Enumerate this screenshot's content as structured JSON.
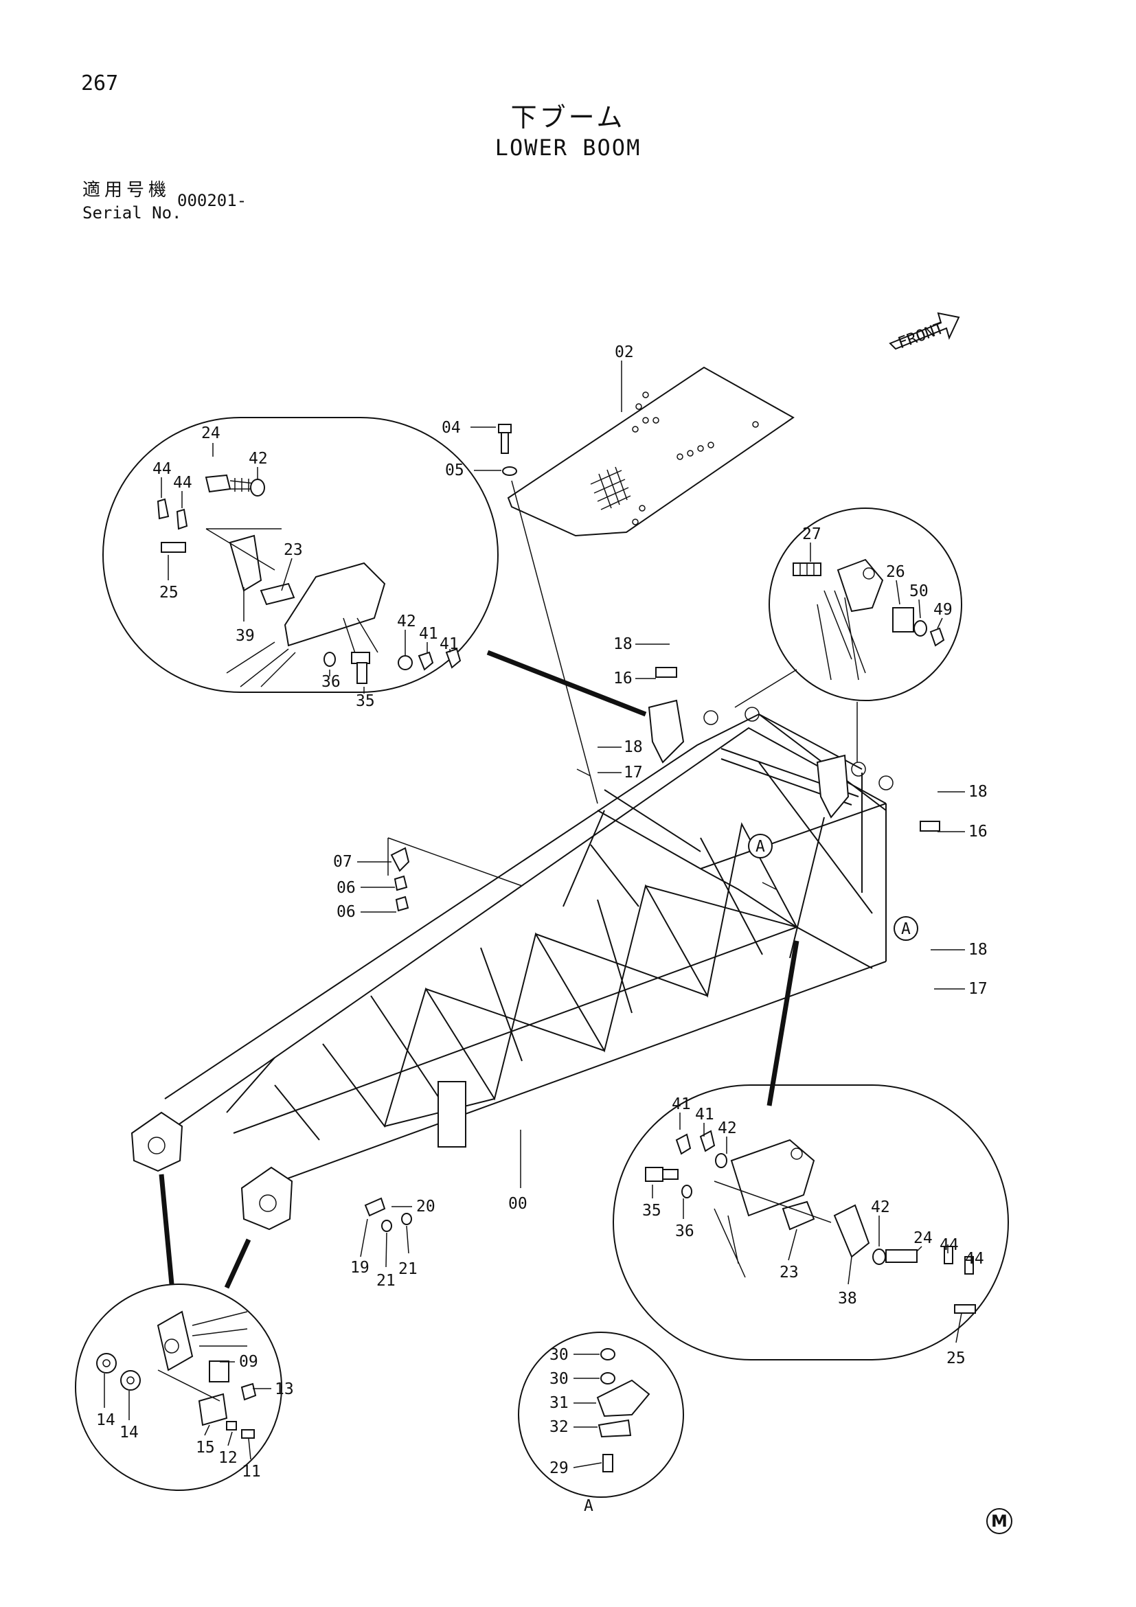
{
  "page": {
    "number": "267",
    "title_jp": "下ブーム",
    "title_en": "LOWER BOOM",
    "serial_label_jp": "適用号機",
    "serial_label_en": "Serial No.",
    "serial_value": "000201-",
    "mark": "M"
  },
  "diagram": {
    "front_label": "FRONT",
    "section_marker": "A",
    "callouts": [
      {
        "id": "c02",
        "label": "02"
      },
      {
        "id": "c04",
        "label": "04"
      },
      {
        "id": "c05",
        "label": "05"
      },
      {
        "id": "c24a",
        "label": "24"
      },
      {
        "id": "c42a",
        "label": "42"
      },
      {
        "id": "c44a",
        "label": "44"
      },
      {
        "id": "c44b",
        "label": "44"
      },
      {
        "id": "c23a",
        "label": "23"
      },
      {
        "id": "c25a",
        "label": "25"
      },
      {
        "id": "c39",
        "label": "39"
      },
      {
        "id": "c42b",
        "label": "42"
      },
      {
        "id": "c41a",
        "label": "41"
      },
      {
        "id": "c41b",
        "label": "41"
      },
      {
        "id": "c36a",
        "label": "36"
      },
      {
        "id": "c35a",
        "label": "35"
      },
      {
        "id": "c27",
        "label": "27"
      },
      {
        "id": "c26",
        "label": "26"
      },
      {
        "id": "c50",
        "label": "50"
      },
      {
        "id": "c49",
        "label": "49"
      },
      {
        "id": "c18a",
        "label": "18"
      },
      {
        "id": "c16a",
        "label": "16"
      },
      {
        "id": "c18b",
        "label": "18"
      },
      {
        "id": "c17a",
        "label": "17"
      },
      {
        "id": "c18c",
        "label": "18"
      },
      {
        "id": "c16b",
        "label": "16"
      },
      {
        "id": "c07",
        "label": "07"
      },
      {
        "id": "c06a",
        "label": "06"
      },
      {
        "id": "c06b",
        "label": "06"
      },
      {
        "id": "cA1",
        "label": "A"
      },
      {
        "id": "cA2",
        "label": "A"
      },
      {
        "id": "c18d",
        "label": "18"
      },
      {
        "id": "c17b",
        "label": "17"
      },
      {
        "id": "c41c",
        "label": "41"
      },
      {
        "id": "c41d",
        "label": "41"
      },
      {
        "id": "c42c",
        "label": "42"
      },
      {
        "id": "c35b",
        "label": "35"
      },
      {
        "id": "c36b",
        "label": "36"
      },
      {
        "id": "c42d",
        "label": "42"
      },
      {
        "id": "c24b",
        "label": "24"
      },
      {
        "id": "c44c",
        "label": "44"
      },
      {
        "id": "c44d",
        "label": "44"
      },
      {
        "id": "c23b",
        "label": "23"
      },
      {
        "id": "c38",
        "label": "38"
      },
      {
        "id": "c25b",
        "label": "25"
      },
      {
        "id": "c20",
        "label": "20"
      },
      {
        "id": "c19",
        "label": "19"
      },
      {
        "id": "c21a",
        "label": "21"
      },
      {
        "id": "c21b",
        "label": "21"
      },
      {
        "id": "c00",
        "label": "00"
      },
      {
        "id": "c09",
        "label": "09"
      },
      {
        "id": "c13",
        "label": "13"
      },
      {
        "id": "c14a",
        "label": "14"
      },
      {
        "id": "c14b",
        "label": "14"
      },
      {
        "id": "c15",
        "label": "15"
      },
      {
        "id": "c12",
        "label": "12"
      },
      {
        "id": "c11",
        "label": "11"
      },
      {
        "id": "c30a",
        "label": "30"
      },
      {
        "id": "c30b",
        "label": "30"
      },
      {
        "id": "c31",
        "label": "31"
      },
      {
        "id": "c32",
        "label": "32"
      },
      {
        "id": "c29",
        "label": "29"
      },
      {
        "id": "cA3",
        "label": "A"
      }
    ]
  }
}
